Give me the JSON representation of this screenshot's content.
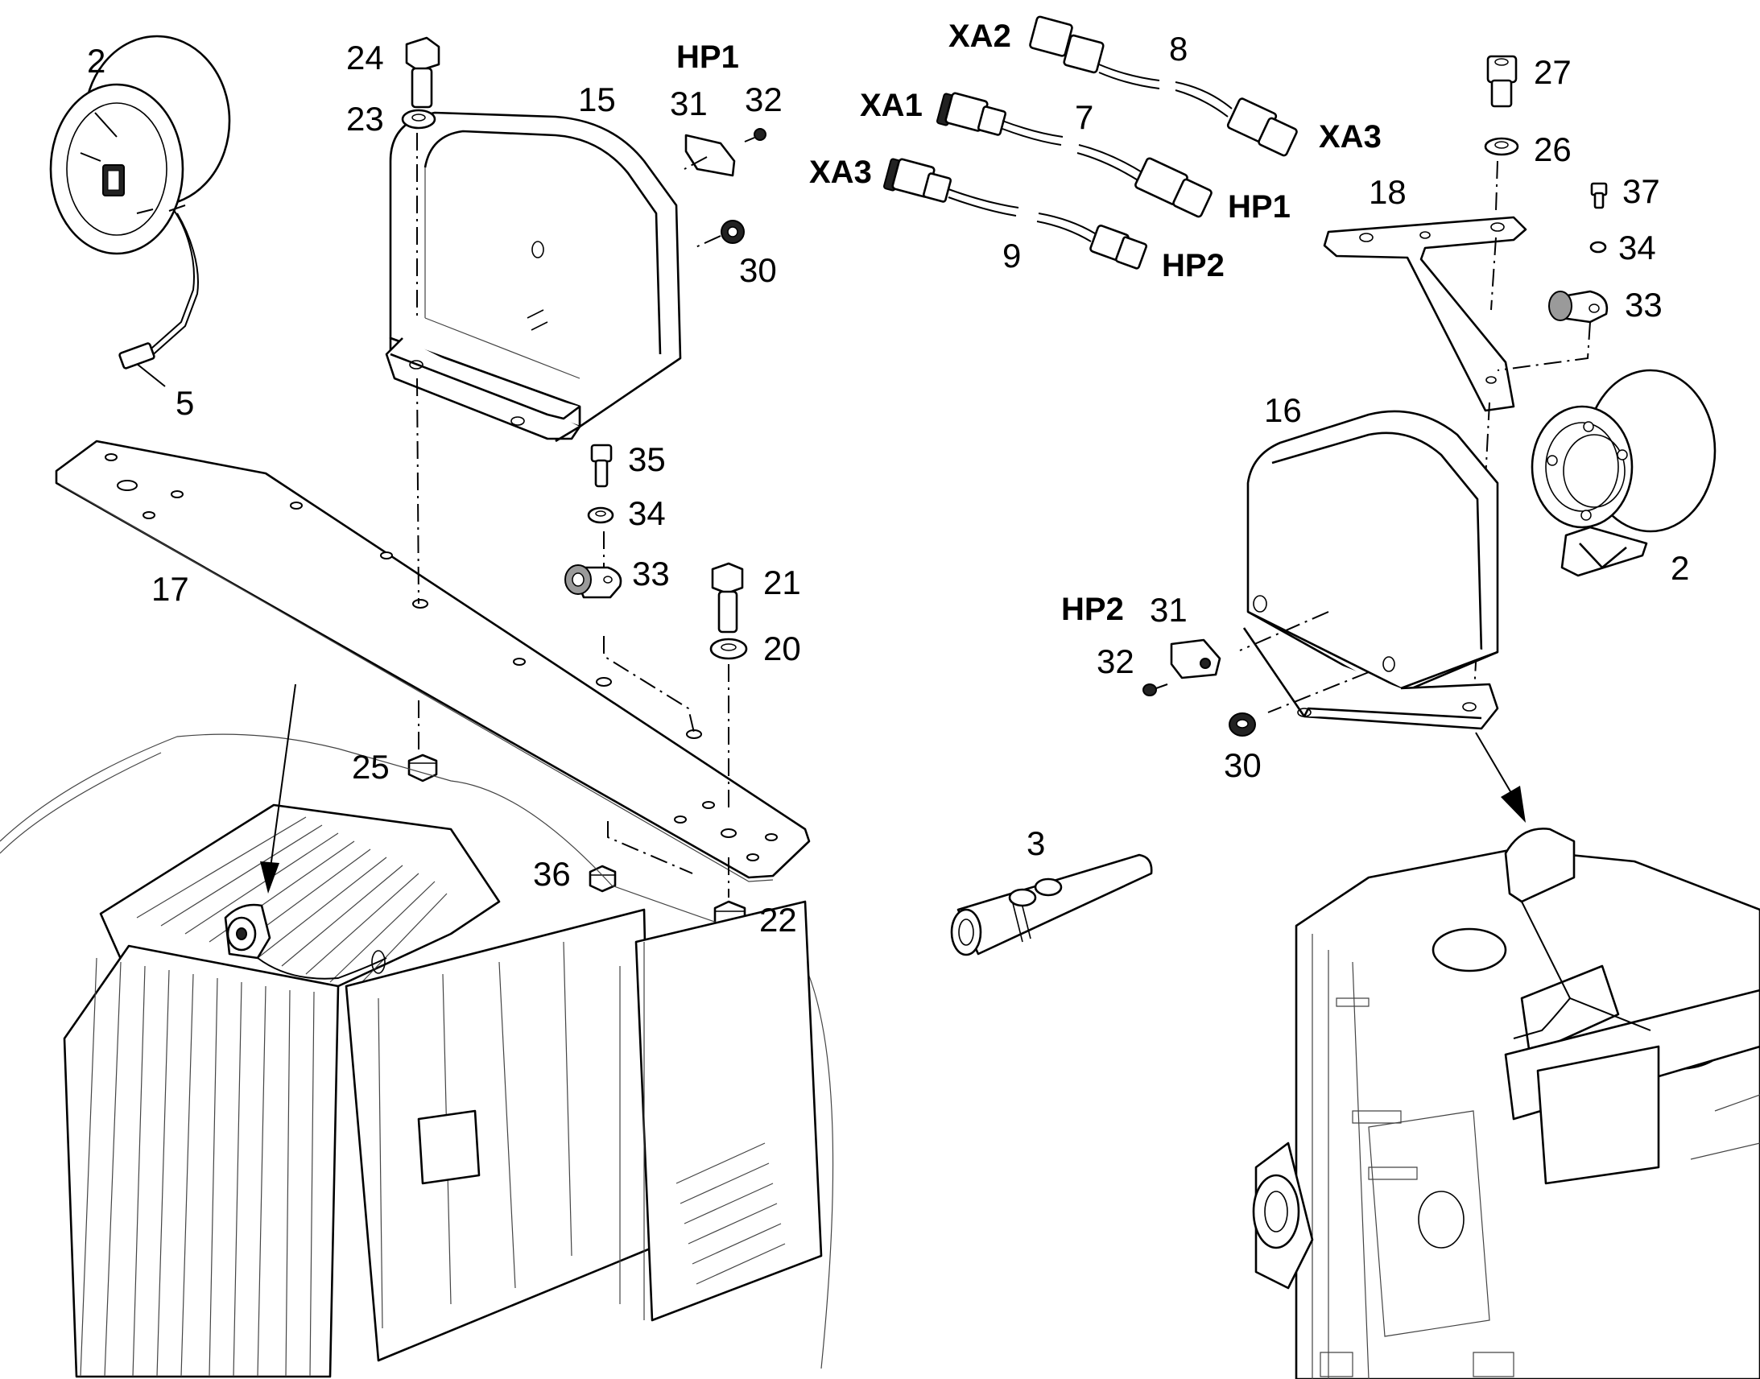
{
  "callouts": {
    "horn_left": "2",
    "horn_right": "2",
    "pin": "3",
    "horn_plug": "5",
    "cable_xa1_hp1": "7",
    "cable_xa2_xa3": "8",
    "cable_xa3_hp2": "9",
    "cover_left": "15",
    "cover_right": "16",
    "plate_long": "17",
    "bracket_t": "18",
    "washer_20": "20",
    "bolt_21": "21",
    "nut_22": "22",
    "washer_23": "23",
    "bolt_24": "24",
    "nut_25": "25",
    "washer_26": "26",
    "bolt_27": "27",
    "grommet_left": "30",
    "grommet_right": "30",
    "label_plate_left": "31",
    "label_plate_right": "31",
    "screw_left": "32",
    "screw_right": "32",
    "clamp_left": "33",
    "clamp_right": "33",
    "washer_34_left": "34",
    "washer_34_right": "34",
    "bolt_35": "35",
    "nut_36": "36",
    "bolt_37": "37"
  },
  "connectors": {
    "xa2": "XA2",
    "xa1": "XA1",
    "xa3_left": "XA3",
    "xa3_right": "XA3",
    "hp1_cable": "HP1",
    "hp2_cable": "HP2",
    "hp1_cover": "HP1",
    "hp2_cover": "HP2"
  }
}
